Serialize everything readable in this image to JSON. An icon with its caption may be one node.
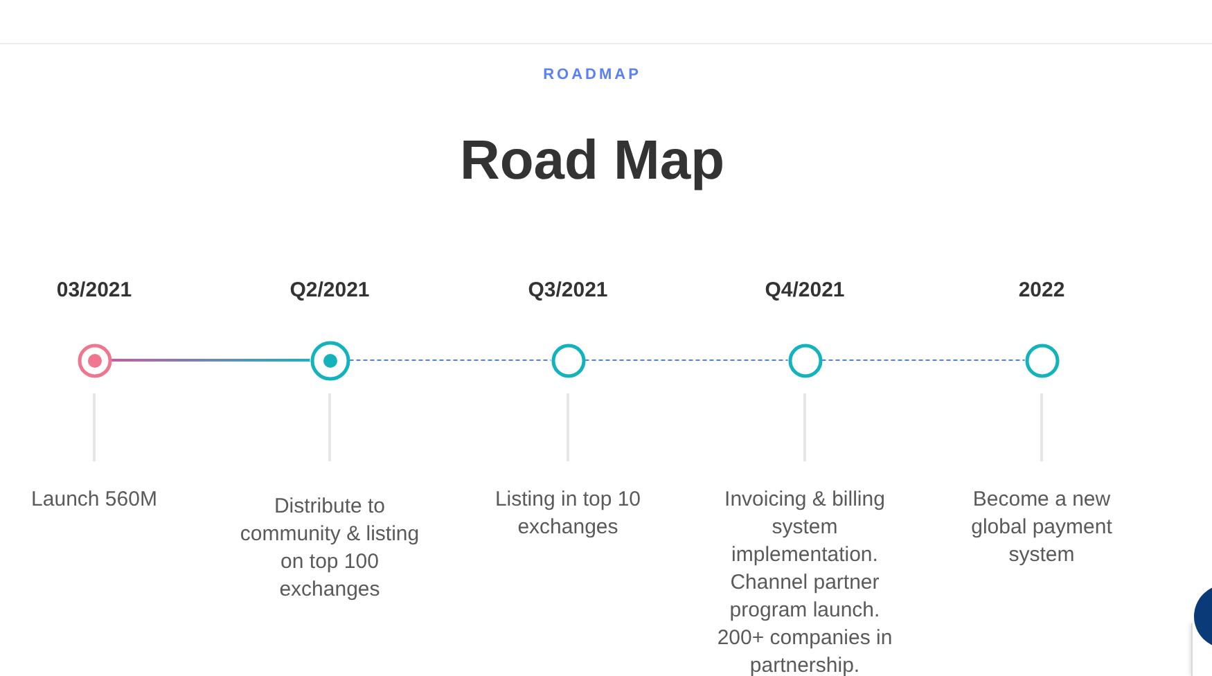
{
  "diagram": {
    "title": "Road Map",
    "nodes": [
      {
        "text": [],
        "shape": "circle",
        "beside": [
          "03/2021"
        ]
      },
      {
        "text": [],
        "shape": "circle",
        "beside": [
          "Q2/2021"
        ]
      },
      {
        "text": [],
        "shape": "circle",
        "beside": [
          "Q3/2021"
        ]
      },
      {
        "text": [],
        "shape": "circle",
        "beside": [
          "Q4/2021"
        ]
      },
      {
        "text": [],
        "shape": "circle",
        "beside": [
          "2022"
        ]
      }
    ],
    "edges": [
      {
        "from": 0,
        "to": 1,
        "arrow": "none",
        "color": "#1fb0bf"
      },
      {
        "from": 1,
        "to": 2,
        "arrow": "none",
        "style": "dashed"
      },
      {
        "from": 2,
        "to": 3,
        "arrow": "none",
        "style": "dashed"
      },
      {
        "from": 3,
        "to": 4,
        "arrow": "none",
        "style": "dashed"
      }
    ],
    "labels": [
      "ROADMAP",
      "Launch 560M",
      "Distribute to community & listing on top 100 exchanges",
      "Listing in top 10 exchanges",
      "Invoicing & billing system implementation. Channel partner program launch. 200+ companies in partnership.",
      "Become a new global payment system"
    ]
  }
}
